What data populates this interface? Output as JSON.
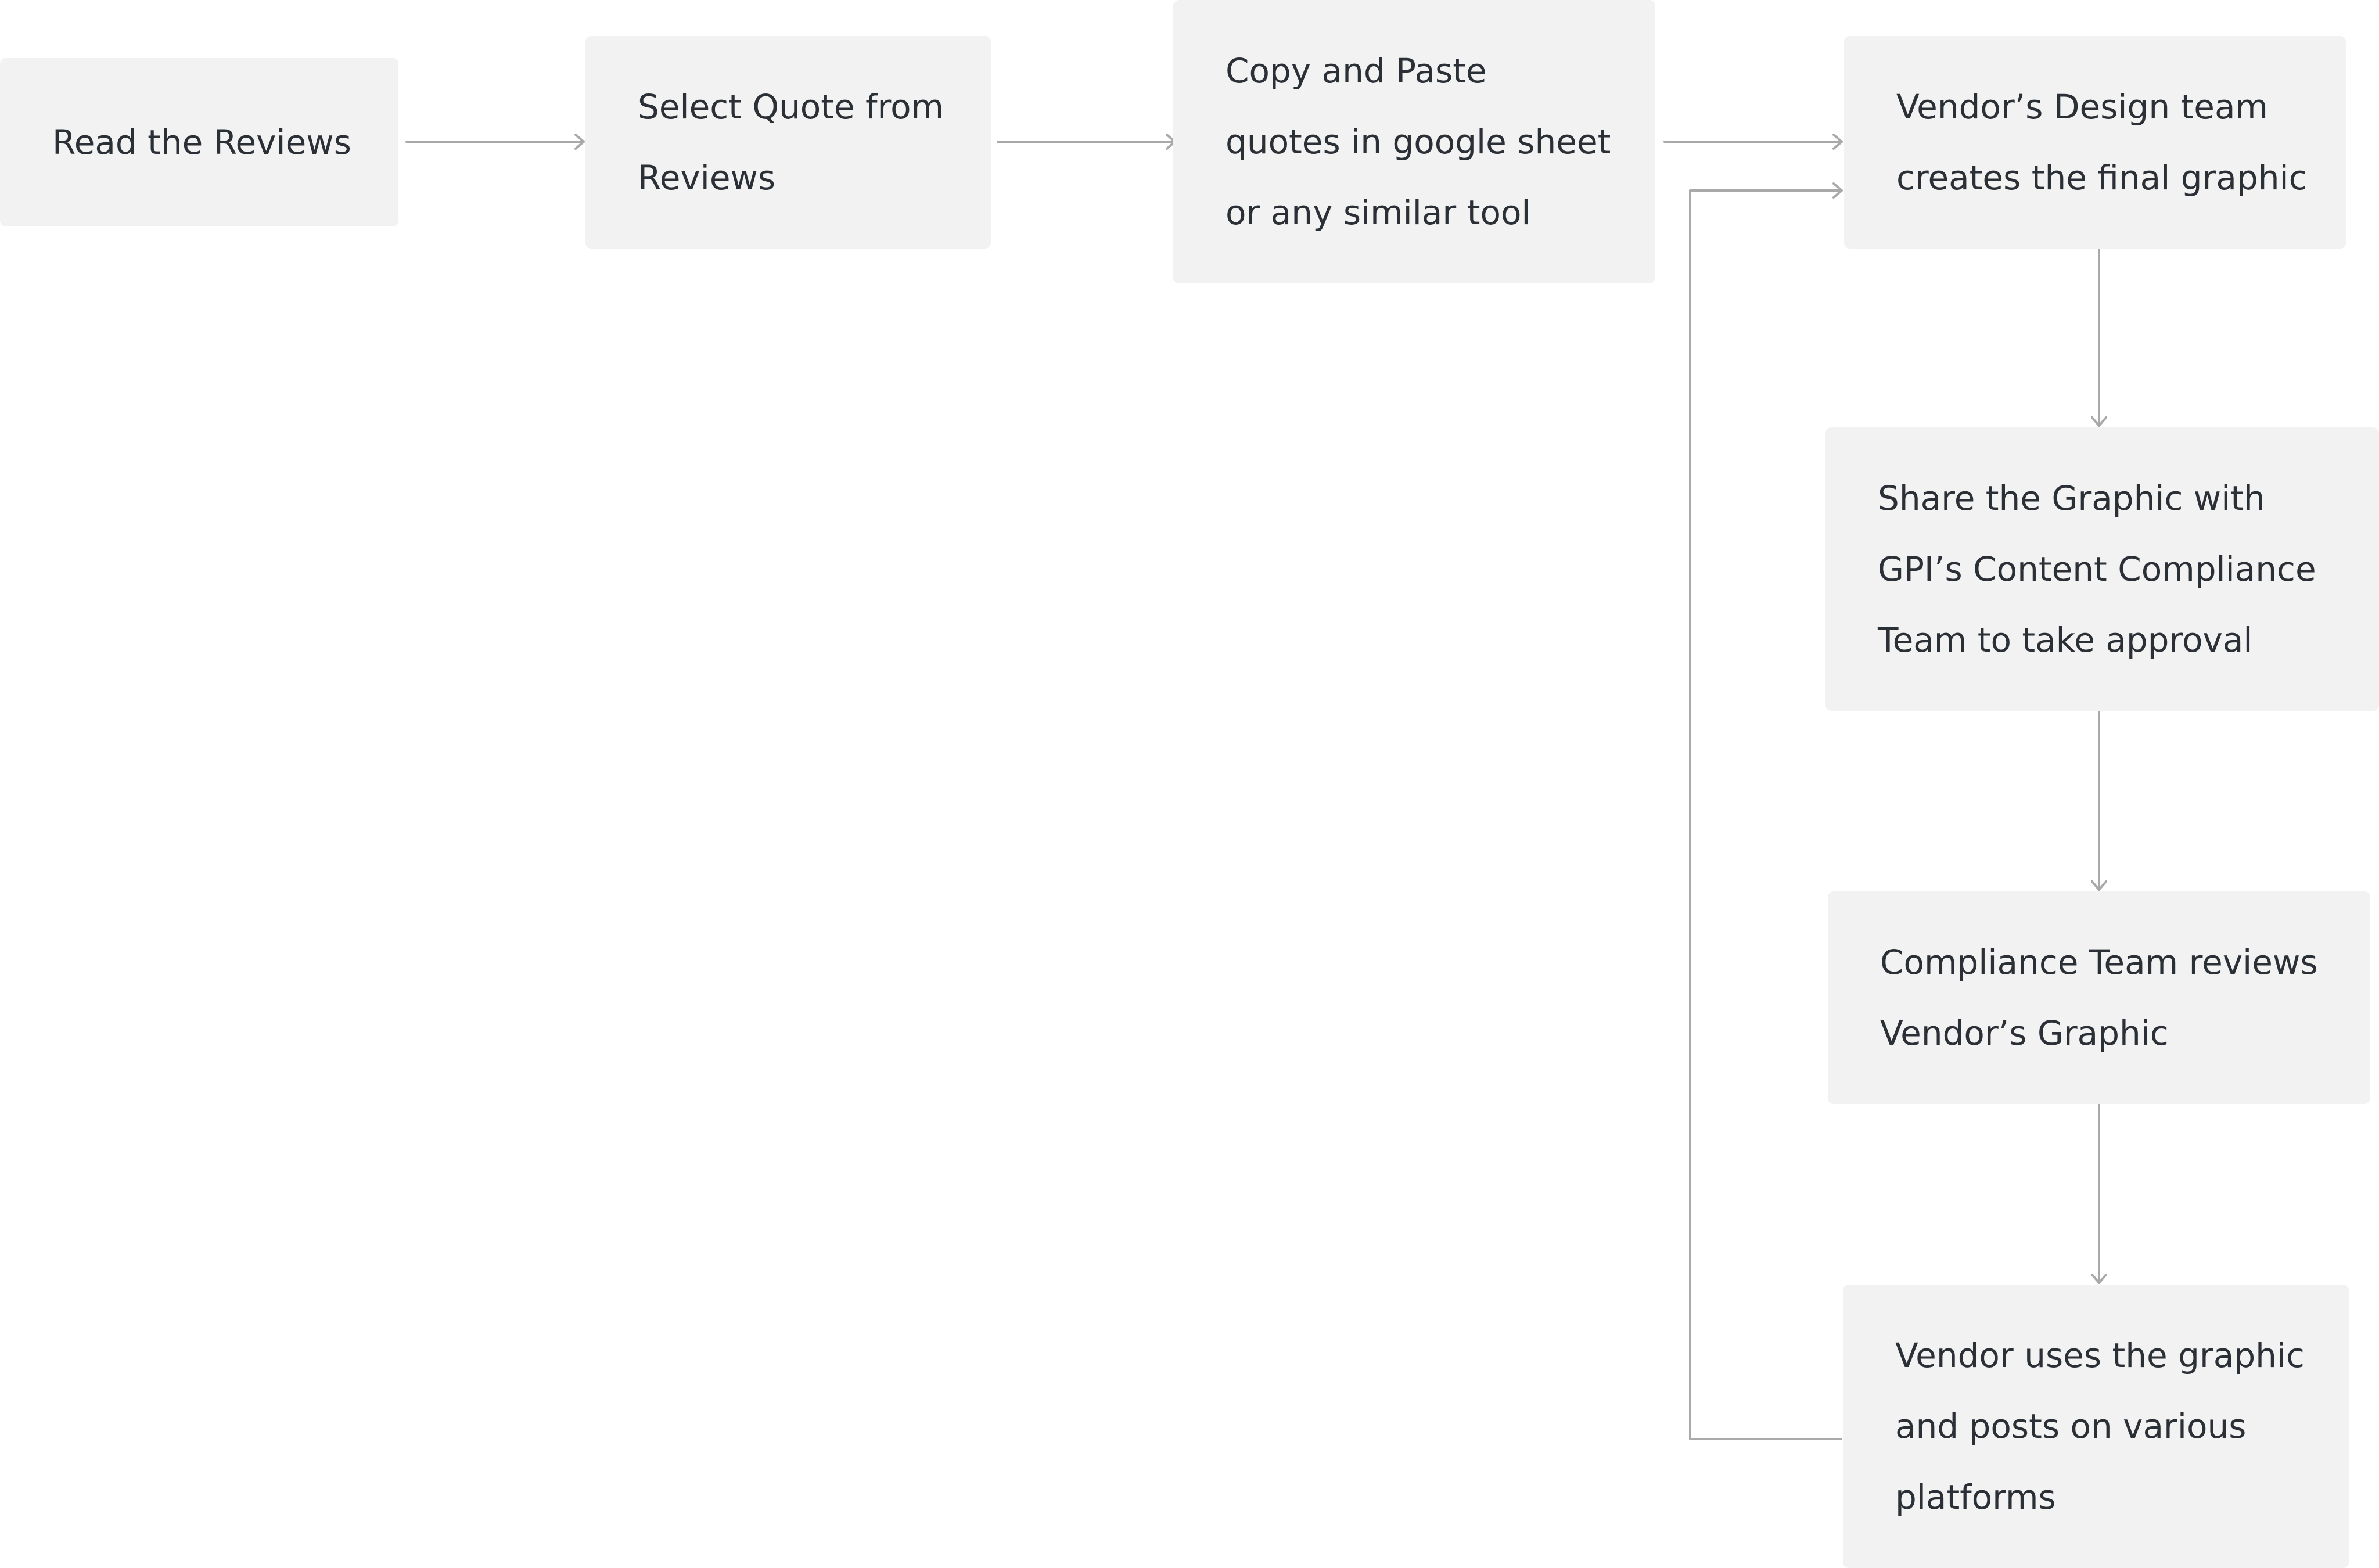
{
  "nodes": {
    "read_reviews": {
      "lines": [
        "Read the Reviews"
      ]
    },
    "select_quote": {
      "lines": [
        "Select Quote from",
        "Reviews"
      ]
    },
    "copy_paste": {
      "lines": [
        "Copy and Paste",
        "quotes in google sheet",
        "or any similar tool"
      ]
    },
    "vendor_design": {
      "lines": [
        "Vendor’s Design team",
        "creates the final graphic"
      ]
    },
    "share_graphic": {
      "lines": [
        "Share the Graphic with",
        "GPI’s Content Compliance",
        "Team to take approval"
      ]
    },
    "compliance_review": {
      "lines": [
        "Compliance Team reviews",
        "Vendor’s Graphic"
      ]
    },
    "vendor_uses": {
      "lines": [
        "Vendor uses the graphic",
        "and posts on various",
        "platforms"
      ]
    }
  },
  "colors": {
    "box_fill": "#f2f2f2",
    "text": "#2b2f36",
    "connector": "#a9a9a9"
  }
}
